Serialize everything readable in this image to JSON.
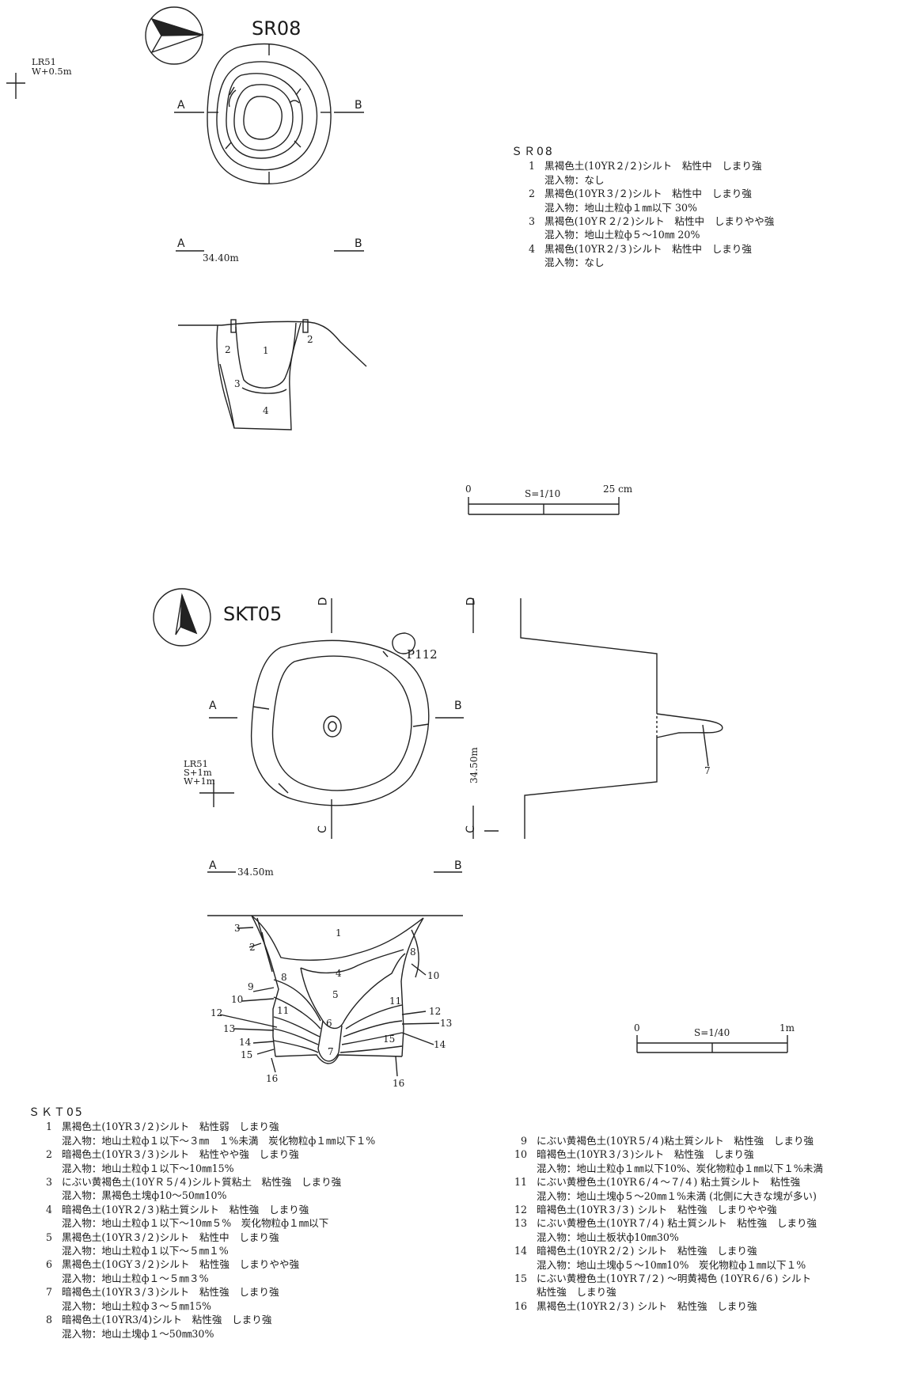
{
  "sr08": {
    "title": "SR08",
    "benchmark": [
      "LR51",
      "W+0.5m"
    ],
    "section_a": "A",
    "section_b": "B",
    "elevation": "34.40m",
    "layer_labels": [
      "1",
      "2",
      "2",
      "3",
      "4"
    ],
    "scale": {
      "zero": "0",
      "label": "S=1/10",
      "end": "25 cm"
    },
    "legend": {
      "heading": "ＳＲ08",
      "items": [
        {
          "no": "1",
          "desc": "黒褐色土(10YR２/２)シルト　粘性中　しまり強",
          "mix": "混入物：なし"
        },
        {
          "no": "2",
          "desc": "黒褐色(10YR３/２)シルト　粘性中　しまり強",
          "mix": "混入物：地山土粒ф１㎜以下 30%"
        },
        {
          "no": "3",
          "desc": "黒褐色(10YＲ２/２)シルト　粘性中　しまりやや強",
          "mix": "混入物：地山土粒ф５〜10㎜ 20%"
        },
        {
          "no": "4",
          "desc": "黒褐色(10YR２/３)シルト　粘性中　しまり強",
          "mix": "混入物：なし"
        }
      ]
    }
  },
  "skt05": {
    "title": "SKT05",
    "benchmark": [
      "LR51",
      "S+1m",
      "W+1m"
    ],
    "p_label": "P112",
    "sec": {
      "a": "A",
      "b": "B",
      "c": "C",
      "d": "D"
    },
    "elevation_ab": "34.50m",
    "elevation_cd": "34.50m",
    "cd_layer": "7",
    "ab_layers": [
      "1",
      "2",
      "3",
      "4",
      "5",
      "6",
      "7",
      "8",
      "8",
      "9",
      "10",
      "10",
      "11",
      "11",
      "12",
      "12",
      "13",
      "13",
      "14",
      "14",
      "15",
      "15",
      "16",
      "16"
    ],
    "scale": {
      "zero": "0",
      "label": "S=1/40",
      "end": "1m"
    },
    "legend": {
      "heading": "ＳＫＴ05",
      "left": [
        {
          "no": "1",
          "desc": "黒褐色土(10YR３/２)シルト　粘性弱　しまり強",
          "mix": "混入物：地山土粒ф１以下〜３㎜　１%未満　炭化物粒ф１㎜以下１%"
        },
        {
          "no": "2",
          "desc": "暗褐色土(10YR３/３)シルト　粘性やや強　しまり強",
          "mix": "混入物：地山土粒ф１以下〜10㎜15%"
        },
        {
          "no": "3",
          "desc": "にぶい黄褐色土(10YＲ５/４)シルト質粘土　粘性強　しまり強",
          "mix": "混入物：黒褐色土塊ф10〜50㎜10%"
        },
        {
          "no": "4",
          "desc": "暗褐色土(10YR２/３)粘土質シルト　粘性強　しまり強",
          "mix": "混入物：地山土粒ф１以下〜10㎜５%　炭化物粒ф１㎜以下"
        },
        {
          "no": "5",
          "desc": "黒褐色土(10YR３/２)シルト　粘性中　しまり強",
          "mix": "混入物：地山土粒ф１以下〜５㎜１%"
        },
        {
          "no": "6",
          "desc": "黒褐色土(10GY３/２)シルト　粘性強　しまりやや強",
          "mix": "混入物：地山土粒ф１〜５㎜３%"
        },
        {
          "no": "7",
          "desc": "暗褐色土(10YR３/３)シルト　粘性強　しまり強",
          "mix": "混入物：地山土粒ф３〜５㎜15%"
        },
        {
          "no": "8",
          "desc": "暗褐色土(10YR3/4)シルト　粘性強　しまり強",
          "mix": "混入物：地山土塊ф１〜50㎜30%"
        }
      ],
      "right": [
        {
          "no": "9",
          "desc": "にぶい黄褐色土(10YR５/４)粘土質シルト　粘性強　しまり強",
          "mix": ""
        },
        {
          "no": "10",
          "desc": "暗褐色土(10YR３/３)シルト　粘性強　しまり強",
          "mix": "混入物：地山土粒ф１㎜以下10%、炭化物粒ф１㎜以下１%未満"
        },
        {
          "no": "11",
          "desc": "にぶい黄橙色土(10YR６/４〜７/４) 粘土質シルト　粘性強",
          "mix": "混入物：地山土塊ф５〜20㎜１%未満 (北側に大きな塊が多い)"
        },
        {
          "no": "12",
          "desc": "暗褐色土(10YR３/３) シルト　粘性強　しまりやや強",
          "mix": ""
        },
        {
          "no": "13",
          "desc": "にぶい黄橙色土(10YR７/４) 粘土質シルト　粘性強　しまり強",
          "mix": "混入物：地山土板状ф10㎜30%"
        },
        {
          "no": "14",
          "desc": "暗褐色土(10YR２/２) シルト　粘性強　しまり強",
          "mix": "混入物：地山土塊ф５〜10㎜10%　炭化物粒ф１㎜以下１%"
        },
        {
          "no": "15",
          "desc": "にぶい黄橙色土(10YR７/２) 〜明黄褐色 (10YR６/６) シルト",
          "mix": "粘性強　しまり強"
        },
        {
          "no": "16",
          "desc": "黒褐色土(10YR２/３) シルト　粘性強　しまり強",
          "mix": ""
        }
      ]
    }
  }
}
